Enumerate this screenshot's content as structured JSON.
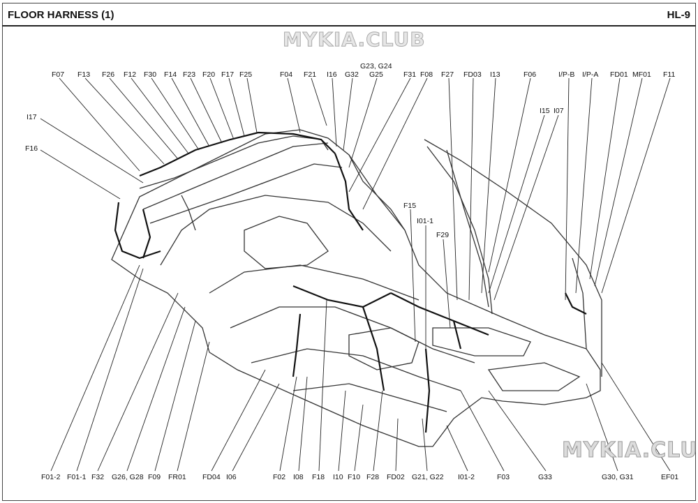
{
  "header": {
    "title": "FLOOR HARNESS (1)",
    "page_code": "HL-9"
  },
  "watermarks": [
    "MYKIA.CLUB",
    "MYKIA.CLUB"
  ],
  "top_labels": [
    "F07",
    "F13",
    "F26",
    "F12",
    "F30",
    "F14",
    "F23",
    "F20",
    "F17",
    "F25",
    "F04",
    "F21",
    "I16",
    "G32",
    "G23, G24",
    "G25",
    "F31",
    "F08",
    "F27",
    "FD03",
    "I13",
    "F06",
    "I/P-B",
    "I/P-A",
    "FD01",
    "MF01",
    "F11"
  ],
  "side_labels": [
    "I17",
    "F16",
    "I15",
    "I07",
    "F15",
    "I01-1",
    "F29"
  ],
  "bottom_labels": [
    "F01-2",
    "F01-1",
    "F32",
    "G26, G28",
    "F09",
    "FR01",
    "FD04",
    "I06",
    "F02",
    "I08",
    "F18",
    "I10",
    "F10",
    "F28",
    "FD02",
    "G21, G22",
    "I01-2",
    "F03",
    "G33",
    "G30, G31",
    "EF01"
  ]
}
